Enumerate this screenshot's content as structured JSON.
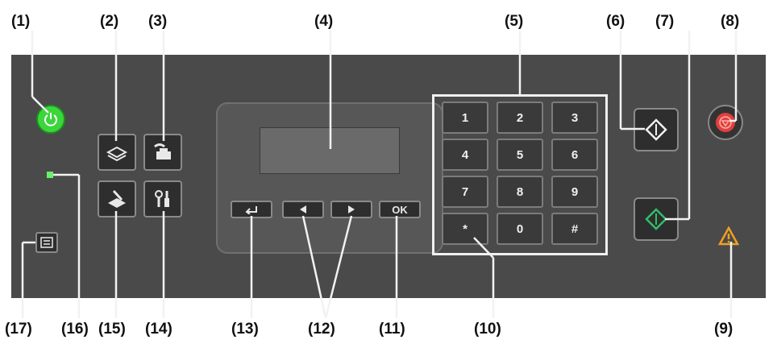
{
  "callouts": {
    "c1": "(1)",
    "c2": "(2)",
    "c3": "(3)",
    "c4": "(4)",
    "c5": "(5)",
    "c6": "(6)",
    "c7": "(7)",
    "c8": "(8)",
    "c9": "(9)",
    "c10": "(10)",
    "c11": "(11)",
    "c12": "(12)",
    "c13": "(13)",
    "c14": "(14)",
    "c15": "(15)",
    "c16": "(16)",
    "c17": "(17)"
  },
  "keypad": {
    "k1": "1",
    "k2": "2",
    "k3": "3",
    "k4": "4",
    "k5": "5",
    "k6": "6",
    "k7": "7",
    "k8": "8",
    "k9": "9",
    "kstar": "*",
    "k0": "0",
    "khash": "#"
  },
  "nav": {
    "ok_label": "OK"
  },
  "colors": {
    "power": "#3bd63b",
    "stop": "#e04040",
    "start": "#2fbf6a",
    "alarm": "#f0a020"
  },
  "icons": {
    "power": "power-icon",
    "copy": "copy-icon",
    "fax": "fax-icon",
    "scan": "scan-icon",
    "setup": "setup-icon",
    "back": "back-icon",
    "left": "left-arrow-icon",
    "right": "right-arrow-icon",
    "start_black": "start-black-icon",
    "start_color": "start-color-icon",
    "stop": "stop-icon",
    "alarm": "alarm-icon",
    "fax_quality": "fax-quality-icon"
  }
}
